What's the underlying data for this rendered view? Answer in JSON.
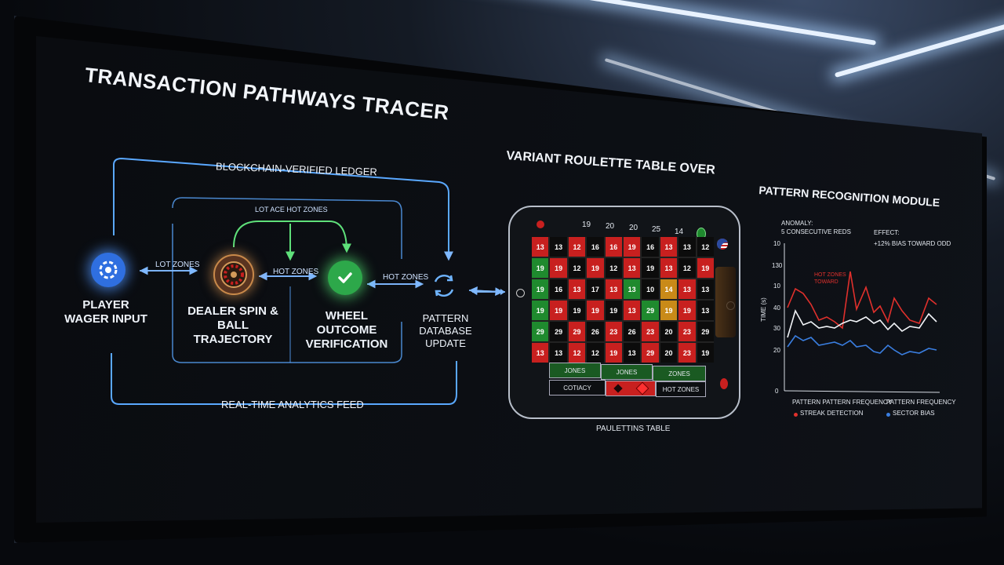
{
  "header": {
    "title": "TRANSACTION PATHWAYS TRACER"
  },
  "flow": {
    "ledger_label": "BLOCKCHAIN-VERIFIED LEDGER",
    "inner_label": "LOT ACE HOT ZONES",
    "analytics_label": "REAL-TIME ANALYTICS FEED",
    "link_labels": [
      "LOT ZONES",
      "HOT ZONES",
      "HOT ZONES"
    ],
    "nodes": [
      {
        "label": "PLAYER\nWAGER INPUT",
        "icon": "poker-chip-icon"
      },
      {
        "label": "DEALER SPIN &\nBALL TRAJECTORY",
        "icon": "roulette-wheel-icon"
      },
      {
        "label": "WHEEL OUTCOME\nVERIFICATION",
        "icon": "checkmark-icon"
      },
      {
        "label": "PATTERN\nDATABASE\nUPDATE",
        "icon": "refresh-cycle-icon"
      }
    ]
  },
  "roulette": {
    "title": "VARIANT ROULETTE TABLE OVER",
    "caption": "PAULETTINS TABLE",
    "top_numbers": [
      "19",
      "20",
      "20",
      "25",
      "14"
    ],
    "rows": [
      [
        [
          "13",
          "r"
        ],
        [
          "13",
          "k"
        ],
        [
          "12",
          "r"
        ],
        [
          "16",
          "k"
        ],
        [
          "16",
          "r"
        ],
        [
          "19",
          "r"
        ],
        [
          "16",
          "k"
        ],
        [
          "13",
          "r"
        ],
        [
          "13",
          "k"
        ],
        [
          "12",
          "k"
        ]
      ],
      [
        [
          "19",
          "g"
        ],
        [
          "19",
          "r"
        ],
        [
          "12",
          "k"
        ],
        [
          "19",
          "r"
        ],
        [
          "12",
          "k"
        ],
        [
          "13",
          "r"
        ],
        [
          "19",
          "k"
        ],
        [
          "13",
          "r"
        ],
        [
          "12",
          "k"
        ],
        [
          "19",
          "r"
        ]
      ],
      [
        [
          "19",
          "g"
        ],
        [
          "16",
          "k"
        ],
        [
          "13",
          "r"
        ],
        [
          "17",
          "k"
        ],
        [
          "13",
          "r"
        ],
        [
          "13",
          "g"
        ],
        [
          "10",
          "k"
        ],
        [
          "14",
          "y"
        ],
        [
          "13",
          "r"
        ],
        [
          "13",
          "k"
        ]
      ],
      [
        [
          "19",
          "g"
        ],
        [
          "19",
          "r"
        ],
        [
          "19",
          "k"
        ],
        [
          "19",
          "r"
        ],
        [
          "19",
          "k"
        ],
        [
          "13",
          "r"
        ],
        [
          "29",
          "g"
        ],
        [
          "19",
          "y"
        ],
        [
          "19",
          "r"
        ],
        [
          "13",
          "k"
        ]
      ],
      [
        [
          "29",
          "g"
        ],
        [
          "29",
          "k"
        ],
        [
          "29",
          "r"
        ],
        [
          "26",
          "k"
        ],
        [
          "23",
          "r"
        ],
        [
          "26",
          "k"
        ],
        [
          "23",
          "r"
        ],
        [
          "20",
          "k"
        ],
        [
          "23",
          "r"
        ],
        [
          "29",
          "k"
        ]
      ],
      [
        [
          "13",
          "r"
        ],
        [
          "13",
          "k"
        ],
        [
          "12",
          "r"
        ],
        [
          "12",
          "k"
        ],
        [
          "19",
          "r"
        ],
        [
          "13",
          "k"
        ],
        [
          "29",
          "r"
        ],
        [
          "20",
          "k"
        ],
        [
          "23",
          "r"
        ],
        [
          "19",
          "k"
        ]
      ]
    ],
    "zones": [
      "JONES",
      "JONES",
      "ZONES"
    ],
    "bottom_left": "COTIACY",
    "bottom_right": "HOT ZONES"
  },
  "pattern": {
    "title": "PATTERN RECOGNITION MODULE",
    "anomaly_label": "ANOMALY:",
    "anomaly_text": "5 CONSECUTIVE REDS",
    "effect_label": "EFFECT:",
    "effect_text": "+12% BIAS TOWARD ODD",
    "annotation": "HOT ZONES\nTOWARD",
    "ylabel": "TIME (s)",
    "yticks": [
      "10",
      "130",
      "10",
      "40",
      "30",
      "20",
      "0"
    ],
    "xlabels": [
      "PATTERN PATTERN FREQUENCY",
      "PATTERN FREQUENCY"
    ],
    "legend": [
      {
        "name": "STREAK DETECTION",
        "color": "#e0302c"
      },
      {
        "name": "SECTOR BIAS",
        "color": "#3a7ee0"
      }
    ]
  },
  "colors": {
    "accent_blue": "#5aa8ff",
    "accent_green": "#4fd06a",
    "red": "#c8201f"
  }
}
